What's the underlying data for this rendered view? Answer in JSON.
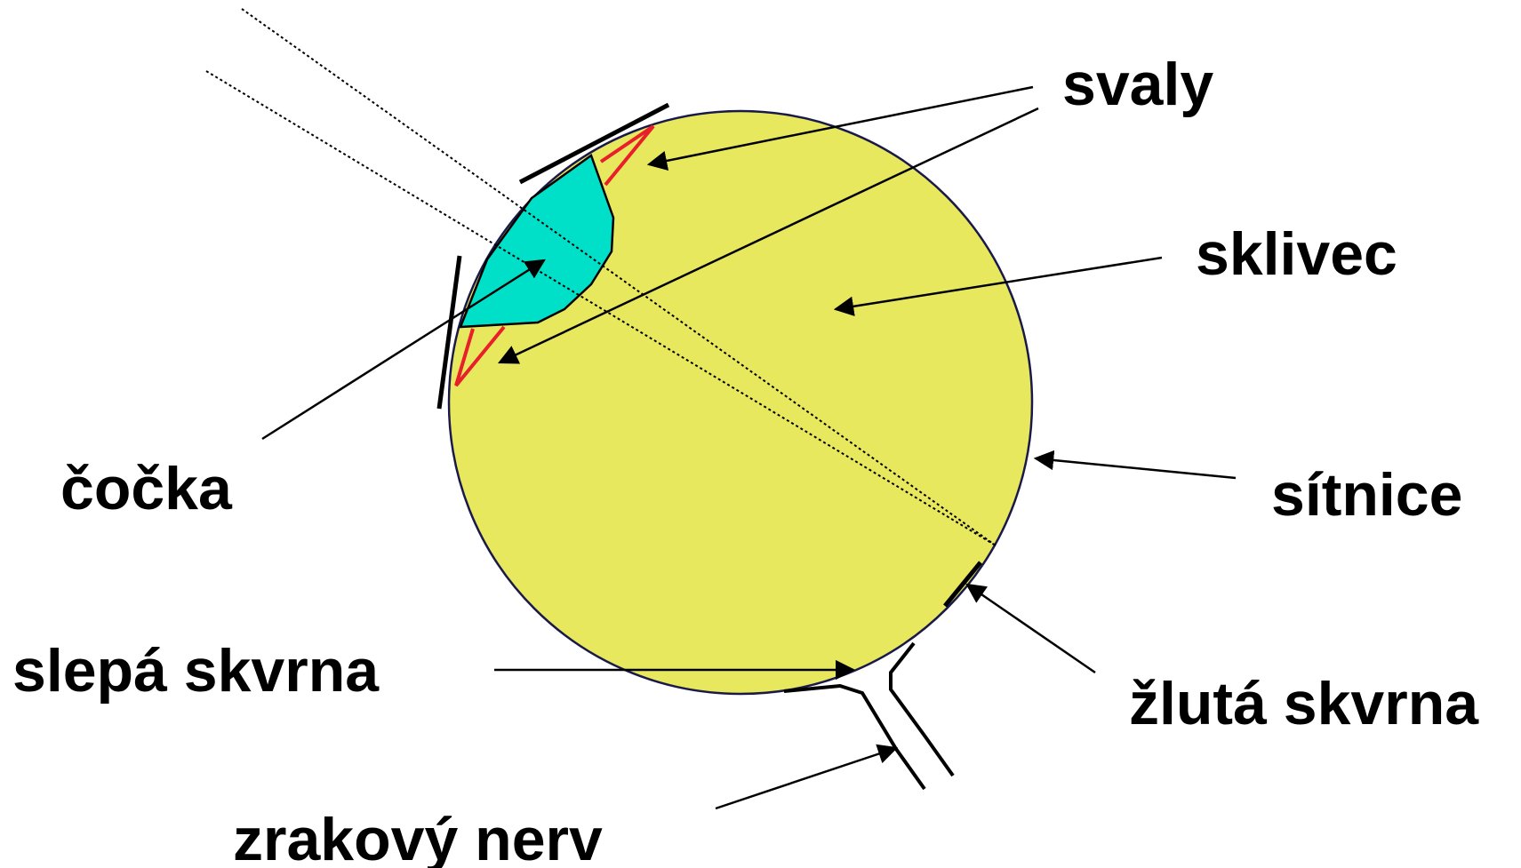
{
  "labels": {
    "muscles": "svaly",
    "vitreous": "sklivec",
    "lens": "čočka",
    "retina": "sítnice",
    "blind_spot": "slepá skvrna",
    "yellow_spot": "žlutá skvrna",
    "optic_nerve": "zrakový nerv"
  },
  "colors": {
    "eyeball_fill": "#e8e85e",
    "eyeball_stroke": "#1a1a4a",
    "lens_fill": "#00e0c8",
    "muscle_color": "#e8202a",
    "line_color": "#000000"
  }
}
